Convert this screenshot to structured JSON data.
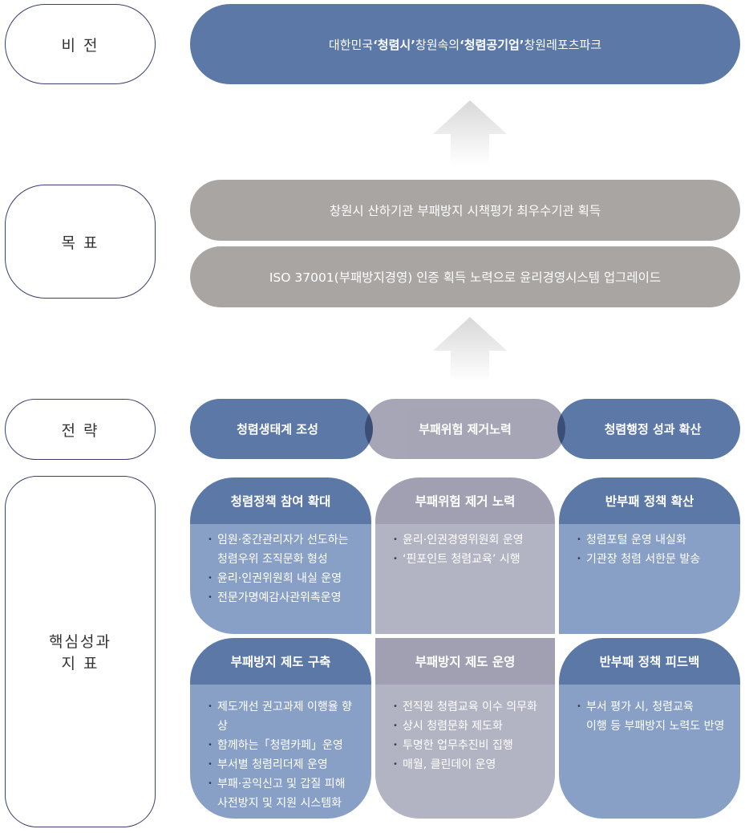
{
  "labels": {
    "vision": "비    전",
    "goal": "목    표",
    "strategy": "전    략",
    "kpi": "핵심성과\n지    표"
  },
  "vision": {
    "pre": "대한민국 ",
    "b1": "‘청렴시’",
    "mid": " 창원속의 ",
    "b2": "‘청렴공기업’",
    "post": " 창원레포츠파크"
  },
  "goals": [
    "창원시 산하기관 부패방지 시책평가 최우수기관 획득",
    "ISO 37001(부패방지경영) 인증 획득 노력으로 윤리경영시스템 업그레이드"
  ],
  "strategies": [
    "청렴생태계 조성",
    "부패위험 제거노력",
    "청렴행정 성과 확산"
  ],
  "cards": [
    {
      "title": "청렴정책 참여 확대",
      "items": [
        [
          "임원·중간관리자가 선도하는",
          "청렴우위 조직문화 형성"
        ],
        [
          "윤리·인권위원회 내실 운영"
        ],
        [
          "전문가명예감사관위촉운영"
        ]
      ]
    },
    {
      "title": "부패위험 제거 노력",
      "items": [
        [
          "윤리·인권경영위원회 운영"
        ],
        [
          "‘핀포인트 청렴교육’ 시행"
        ]
      ]
    },
    {
      "title": "반부패 정책 확산",
      "items": [
        [
          "청렴포털 운영 내실화"
        ],
        [
          "기관장 청렴 서한문 발송"
        ]
      ]
    },
    {
      "title": "부패방지 제도 구축",
      "items": [
        [
          "제도개선 권고과제 이행율 향상"
        ],
        [
          "함께하는「청렴카페」운영"
        ],
        [
          "부서별 청렴리더제 운영"
        ],
        [
          "부패·공익신고 및 갑질 피해",
          "사전방지 및 지원 시스템화"
        ]
      ]
    },
    {
      "title": "부패방지 제도 운영",
      "items": [
        [
          "전직원 청렴교육 이수 의무화"
        ],
        [
          "상시 청렴문화 제도화"
        ],
        [
          "투명한 업무추진비 집행"
        ],
        [
          "매월, 클린데이 운영"
        ]
      ]
    },
    {
      "title": "반부패 정책 피드백",
      "items": [
        [
          "부서 평가 시, 청렴교육",
          "이행 등 부패방지 노력도 반영"
        ]
      ]
    }
  ]
}
